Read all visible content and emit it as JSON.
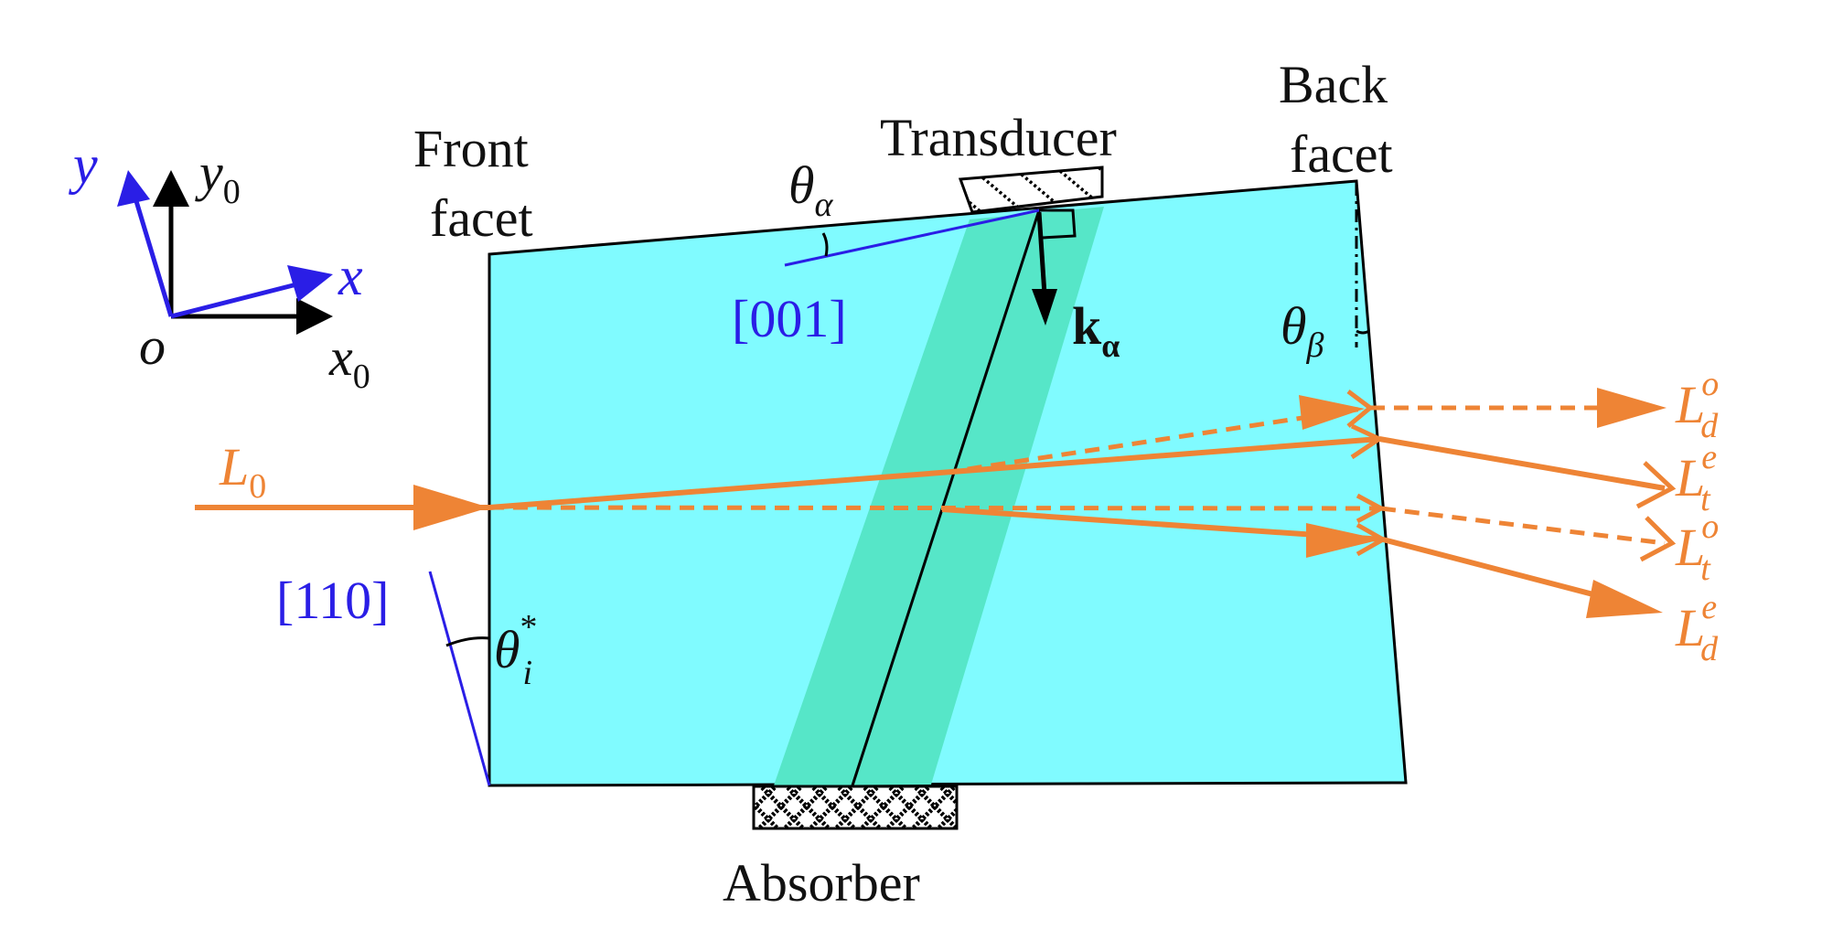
{
  "labels": {
    "front_facet_line1": "Front",
    "front_facet_line2": "facet",
    "back_facet_line1": "Back",
    "back_facet_line2": "facet",
    "transducer": "Transducer",
    "absorber": "Absorber",
    "axis_001": "[001]",
    "axis_110": "[110]",
    "k_alpha_main": "k",
    "k_alpha_sub": "α",
    "theta_alpha_main": "θ",
    "theta_alpha_sub": "α",
    "theta_beta_main": "θ",
    "theta_beta_sub": "β",
    "theta_i_main": "θ",
    "theta_i_sub": "i",
    "theta_i_sup": "*"
  },
  "axes_labels": {
    "y": "y",
    "x": "x",
    "y0_main": "y",
    "y0_sub": "0",
    "x0_main": "x",
    "x0_sub": "0",
    "origin": "o"
  },
  "beams": {
    "L0_main": "L",
    "L0_sub": "0",
    "Ldo_main": "L",
    "Ldo_sup": "o",
    "Ldo_sub": "d",
    "Lte_main": "L",
    "Lte_sup": "e",
    "Lte_sub": "t",
    "Lto_main": "L",
    "Lto_sup": "o",
    "Lto_sub": "t",
    "Lde_main": "L",
    "Lde_sup": "e",
    "Lde_sub": "d"
  },
  "colors": {
    "crystal": "#80fbff",
    "acoustic_beam": "#56e6c8",
    "light": "#ee8435",
    "crystal_axis": "#2a1ee6",
    "outline": "#000000"
  }
}
